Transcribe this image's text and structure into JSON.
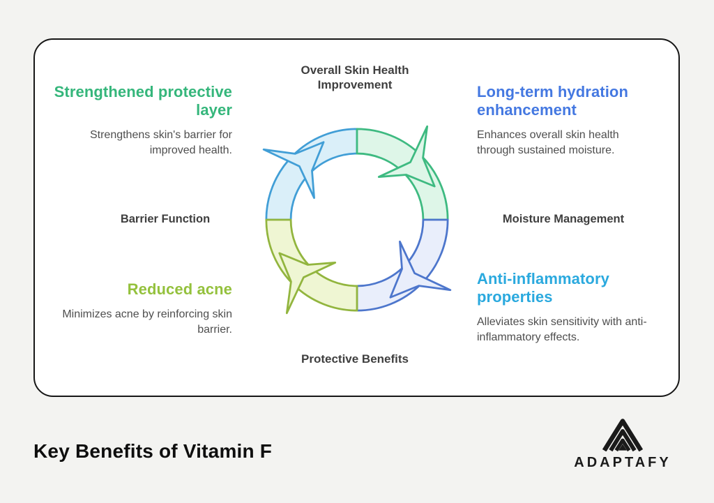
{
  "page": {
    "title": "Key Benefits of Vitamin F"
  },
  "brand": {
    "name": "ADAPTAFY",
    "icon": "adaptafy-mountain-icon",
    "color": "#1a1a1a"
  },
  "diagram": {
    "type": "cycle",
    "flow": "clockwise",
    "center_labels": {
      "top": "Overall Skin Health Improvement",
      "left": "Barrier Function",
      "right": "Moisture Management",
      "bottom": "Protective Benefits"
    },
    "benefits": [
      {
        "id": "strengthened-protective-layer",
        "position": "top-left",
        "title": "Strengthened protective layer",
        "description": "Strengthens skin's barrier for improved health.",
        "color": "#35b67b"
      },
      {
        "id": "long-term-hydration",
        "position": "top-right",
        "title": "Long-term hydration enhancement",
        "description": "Enhances overall skin health through sustained moisture.",
        "color": "#4478e1"
      },
      {
        "id": "reduced-acne",
        "position": "bottom-left",
        "title": "Reduced acne",
        "description": "Minimizes acne by reinforcing skin barrier.",
        "color": "#94c13d"
      },
      {
        "id": "anti-inflammatory",
        "position": "bottom-right",
        "title": "Anti-inflammatory properties",
        "description": "Alleviates skin sensitivity with anti-inflammatory effects.",
        "color": "#2aa9de"
      }
    ],
    "cycle_segments": [
      {
        "name": "top-left",
        "fill": "#daeff9",
        "stroke": "#419ed6"
      },
      {
        "name": "top-right",
        "fill": "#def6e8",
        "stroke": "#3eba81"
      },
      {
        "name": "bottom-right",
        "fill": "#e9eefb",
        "stroke": "#4d76cc"
      },
      {
        "name": "bottom-left",
        "fill": "#eff6d3",
        "stroke": "#92b53e"
      }
    ]
  }
}
